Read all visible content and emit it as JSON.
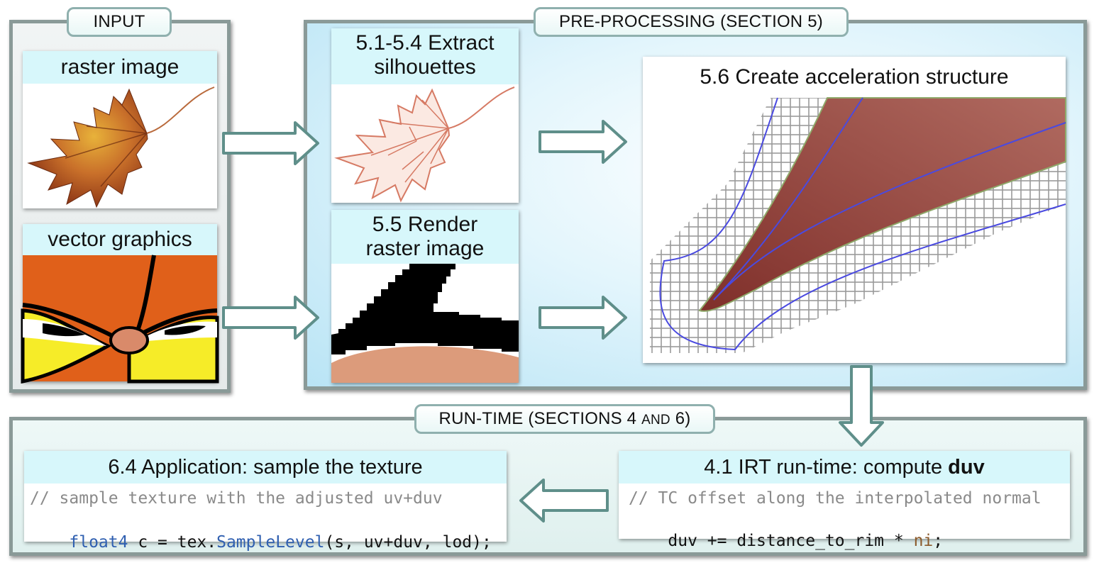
{
  "input": {
    "tag": "INPUT",
    "raster_header": "raster image",
    "vector_header": "vector graphics"
  },
  "preprocessing": {
    "tag": "PRE-PROCESSING (SECTION 5)",
    "extract_header_line1": "5.1-5.4  Extract",
    "extract_header_line2": "silhouettes",
    "render_header_line1": "5.5 Render",
    "render_header_line2": "raster image",
    "accel_header": "5.6 Create acceleration structure"
  },
  "runtime": {
    "tag_main": "RUN-TIME (SECTIONS 4",
    "tag_and": "AND",
    "tag_end": "6)",
    "app_header": "6.4  Application: sample the texture",
    "app_code_line1": "// sample texture with the adjusted uv+duv",
    "app_code_type": "float4",
    "app_code_mid": " c = tex.",
    "app_code_func": "SampleLevel",
    "app_code_end": "(s, uv+duv, lod);",
    "irt_header_prefix": "4.1  IRT run-time: compute ",
    "irt_header_bold": "duv",
    "irt_code_line1": "// TC offset along the interpolated normal",
    "irt_code_main": "duv += distance_to_rim * ",
    "irt_code_var": "ni",
    "irt_code_end": ";"
  },
  "colors": {
    "header_bg": "#d7f7fb",
    "arrow_fill": "#ffffff",
    "arrow_stroke": "#5f8f8a",
    "comment": "#8a8a8a",
    "keyword": "#2f5fb0",
    "var": "#8b5a2b",
    "leaf_dark": "#8e2c12",
    "garfield_orange": "#e0601a"
  },
  "icons": [
    "leaf-image",
    "leaf-silhouette",
    "garfield-eyes",
    "rendered-raster",
    "acceleration-grid"
  ]
}
